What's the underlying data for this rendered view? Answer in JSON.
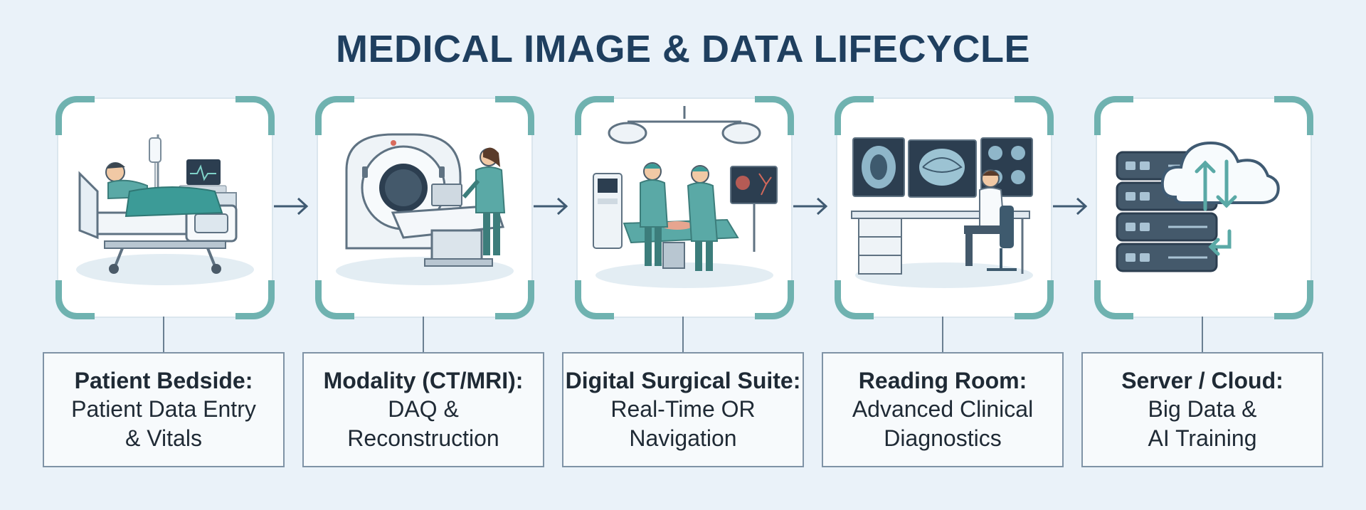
{
  "title": "MEDICAL IMAGE & DATA LIFECYCLE",
  "colors": {
    "frame_accent": "#6fb2b0",
    "teal": "#5aa9a6",
    "navy": "#1f3f5f",
    "background": "#eaf2f9"
  },
  "stages": [
    {
      "heading": "Patient Bedside:",
      "line1": "Patient Data Entry",
      "line2": "& Vitals",
      "icon": "hospital-bed-icon"
    },
    {
      "heading": "Modality (CT/MRI):",
      "line1": "DAQ &",
      "line2": "Reconstruction",
      "icon": "ct-scanner-icon"
    },
    {
      "heading": "Digital Surgical Suite:",
      "line1": "Real-Time OR",
      "line2": "Navigation",
      "icon": "surgery-icon"
    },
    {
      "heading": "Reading Room:",
      "line1": "Advanced Clinical",
      "line2": "Diagnostics",
      "icon": "reading-room-icon"
    },
    {
      "heading": "Server / Cloud:",
      "line1": "Big Data &",
      "line2": "AI Training",
      "icon": "server-cloud-icon"
    }
  ]
}
